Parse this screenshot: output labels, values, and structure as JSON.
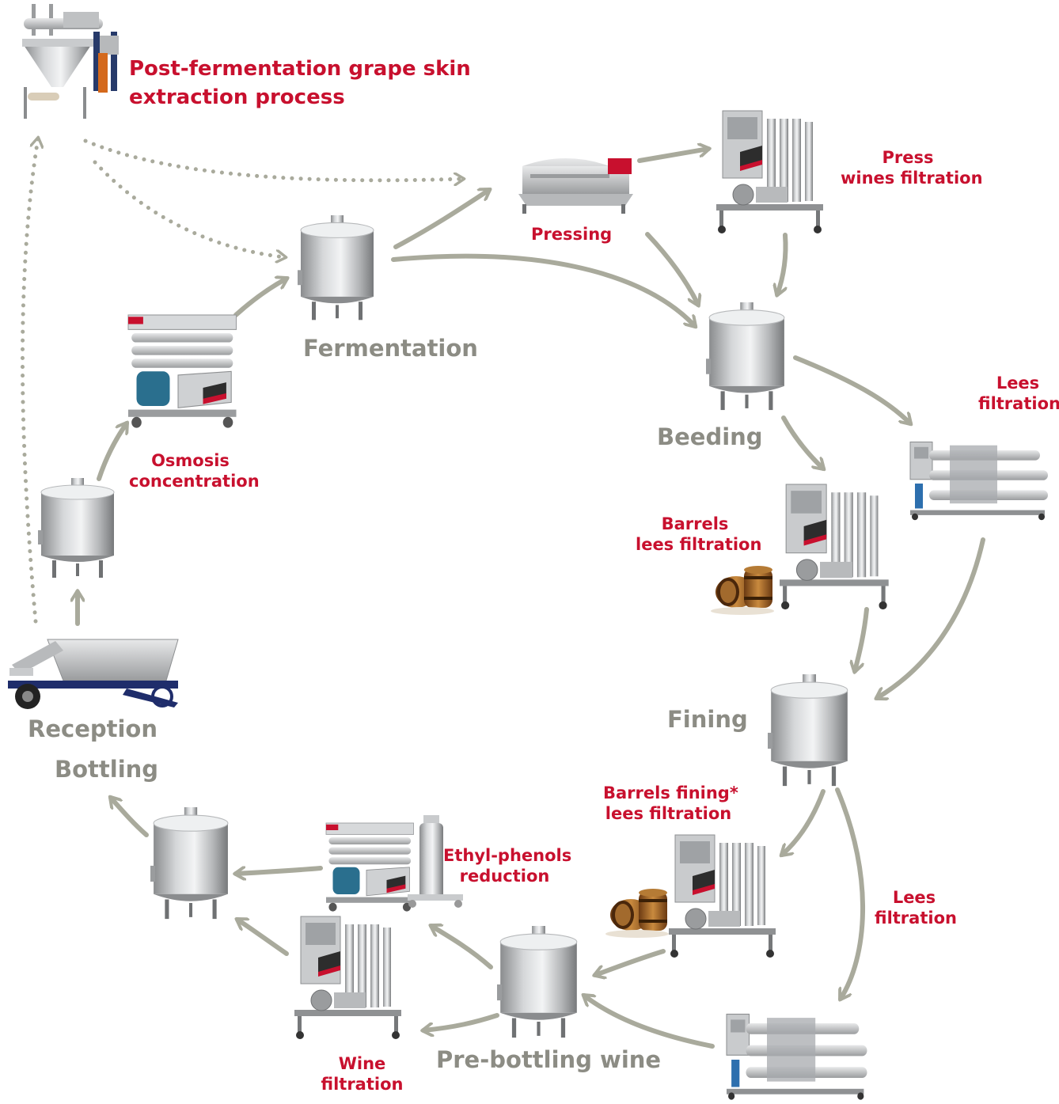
{
  "title": {
    "line1": "Post-fermentation grape skin",
    "line2": "extraction process"
  },
  "stages": {
    "fermentation": "Fermentation",
    "beeding": "Beeding",
    "fining": "Fining",
    "pre_bottling": "Pre-bottling wine",
    "bottling": "Bottling",
    "reception": "Reception"
  },
  "processes": {
    "pressing": "Pressing",
    "press_filtration": {
      "line1": "Press",
      "line2": "wines filtration"
    },
    "lees_filtration_top": {
      "line1": "Lees",
      "line2": "filtration"
    },
    "barrels_lees": {
      "line1": "Barrels",
      "line2": "lees filtration"
    },
    "barrels_fining": {
      "line1": "Barrels fining*",
      "line2": "lees filtration"
    },
    "lees_filtration_bottom": {
      "line1": "Lees",
      "line2": "filtration"
    },
    "ethyl_phenols": {
      "line1": "Ethyl-phenols",
      "line2": "reduction"
    },
    "wine_filtration": {
      "line1": "Wine",
      "line2": "filtration"
    },
    "osmosis": {
      "line1": "Osmosis",
      "line2": "concentration"
    }
  },
  "colors": {
    "label_red": "#c8102e",
    "label_gray": "#8c8c84",
    "arrow": "#a9aa9c",
    "dotted": "#a9aa9c"
  }
}
